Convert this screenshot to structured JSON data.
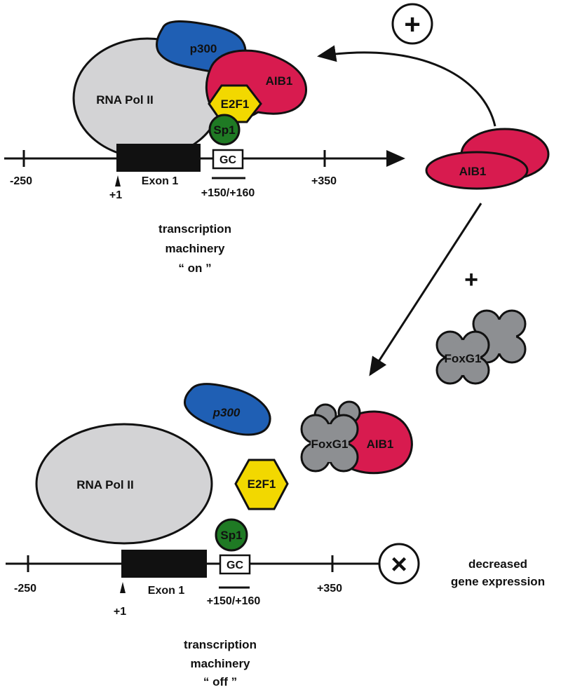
{
  "colors": {
    "pol2": "#d3d3d5",
    "p300": "#1f5fb4",
    "aib1": "#d81b4f",
    "e2f1": "#f2d800",
    "sp1": "#1f7a24",
    "foxg1": "#8d8f92",
    "line": "#111111"
  },
  "top": {
    "pol2": "RNA Pol II",
    "p300": "p300",
    "aib1": "AIB1",
    "e2f1": "E2F1",
    "sp1": "Sp1",
    "gc": "GC",
    "exon": "Exon 1",
    "tss": "+1",
    "pos_left": "-250",
    "pos_right": "+350",
    "gc_pos": "+150/+160",
    "caption": [
      "transcription",
      "machinery",
      "“ on ”"
    ]
  },
  "right": {
    "plus_circle": "+",
    "aib1": "AIB1",
    "plus": "+",
    "foxg1": "FoxG1"
  },
  "bottom": {
    "pol2": "RNA Pol II",
    "p300": "p300",
    "e2f1": "E2F1",
    "sp1": "Sp1",
    "foxg1": "FoxG1",
    "aib1": "AIB1",
    "gc": "GC",
    "exon": "Exon 1",
    "tss": "+1",
    "pos_left": "-250",
    "pos_right": "+350",
    "gc_pos": "+150/+160",
    "x_circle": "×",
    "result": [
      "decreased",
      "gene expression"
    ],
    "caption": [
      "transcription",
      "machinery",
      "“ off ”"
    ]
  }
}
